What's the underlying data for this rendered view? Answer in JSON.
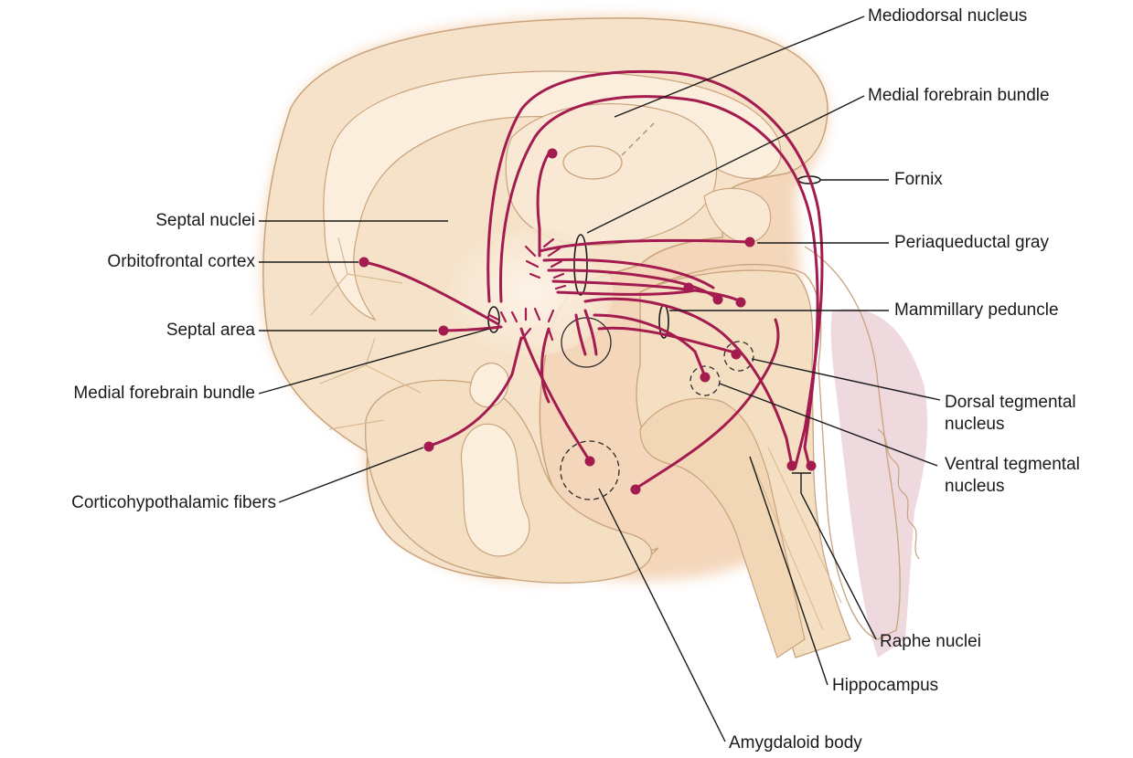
{
  "labels": {
    "mediodorsal_nucleus": "Mediodorsal nucleus",
    "medial_forebrain_bundle_right": "Medial forebrain bundle",
    "fornix": "Fornix",
    "periaqueductal_gray": "Periaqueductal gray",
    "mammillary_peduncle": "Mammillary peduncle",
    "dorsal_tegmental_nucleus_1": "Dorsal tegmental",
    "dorsal_tegmental_nucleus_2": "nucleus",
    "ventral_tegmental_nucleus_1": "Ventral tegmental",
    "ventral_tegmental_nucleus_2": "nucleus",
    "raphe_nuclei": "Raphe nuclei",
    "hippocampus": "Hippocampus",
    "amygdaloid_body": "Amygdaloid body",
    "septal_nuclei": "Septal nuclei",
    "orbitofrontal_cortex": "Orbitofrontal cortex",
    "septal_area": "Septal area",
    "medial_forebrain_bundle_left": "Medial forebrain bundle",
    "corticohypothalamic_fibers": "Corticohypothalamic fibers"
  },
  "colors": {
    "tissue_fill": "#f5e2c8",
    "tissue_light": "#fbeedd",
    "tissue_edge": "#c9a37c",
    "glow": "#f1c9a4",
    "pathway": "#a31b4f",
    "leader": "#1a1a1a",
    "brainstem_shade": "#ead0d6"
  }
}
